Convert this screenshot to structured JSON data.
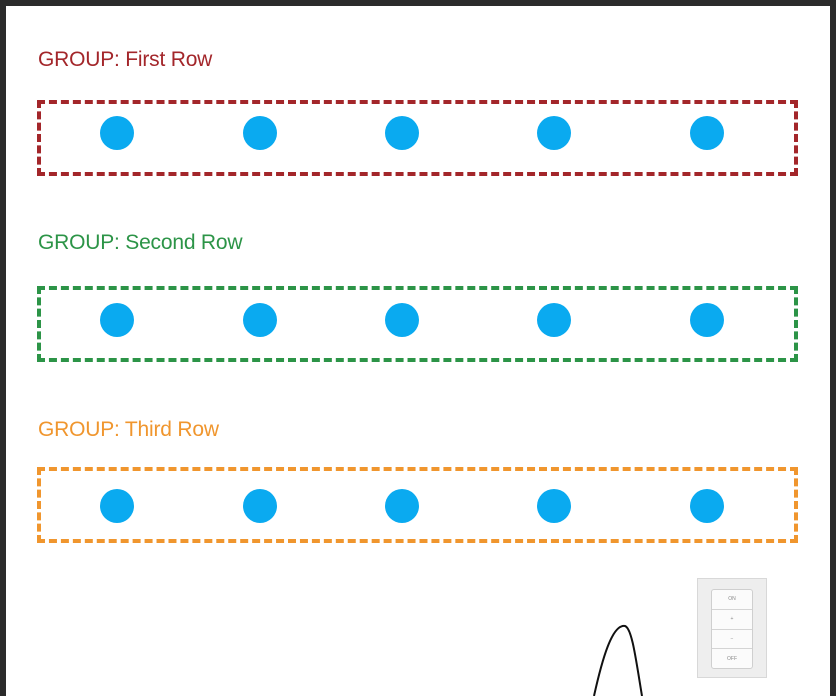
{
  "groups": [
    {
      "label": "GROUP: First Row",
      "color": "#a3262a",
      "lights": 5
    },
    {
      "label": "GROUP: Second Row",
      "color": "#2c9447",
      "lights": 5
    },
    {
      "label": "GROUP: Third Row",
      "color": "#f0962e",
      "lights": 5
    }
  ],
  "colors": {
    "light": "#0aaaf0",
    "frame": "#2b2b2b"
  },
  "wall_switch": {
    "icon": "wall-dimmer-switch-icon",
    "buttons": [
      "ON",
      "+",
      "−",
      "OFF"
    ]
  }
}
